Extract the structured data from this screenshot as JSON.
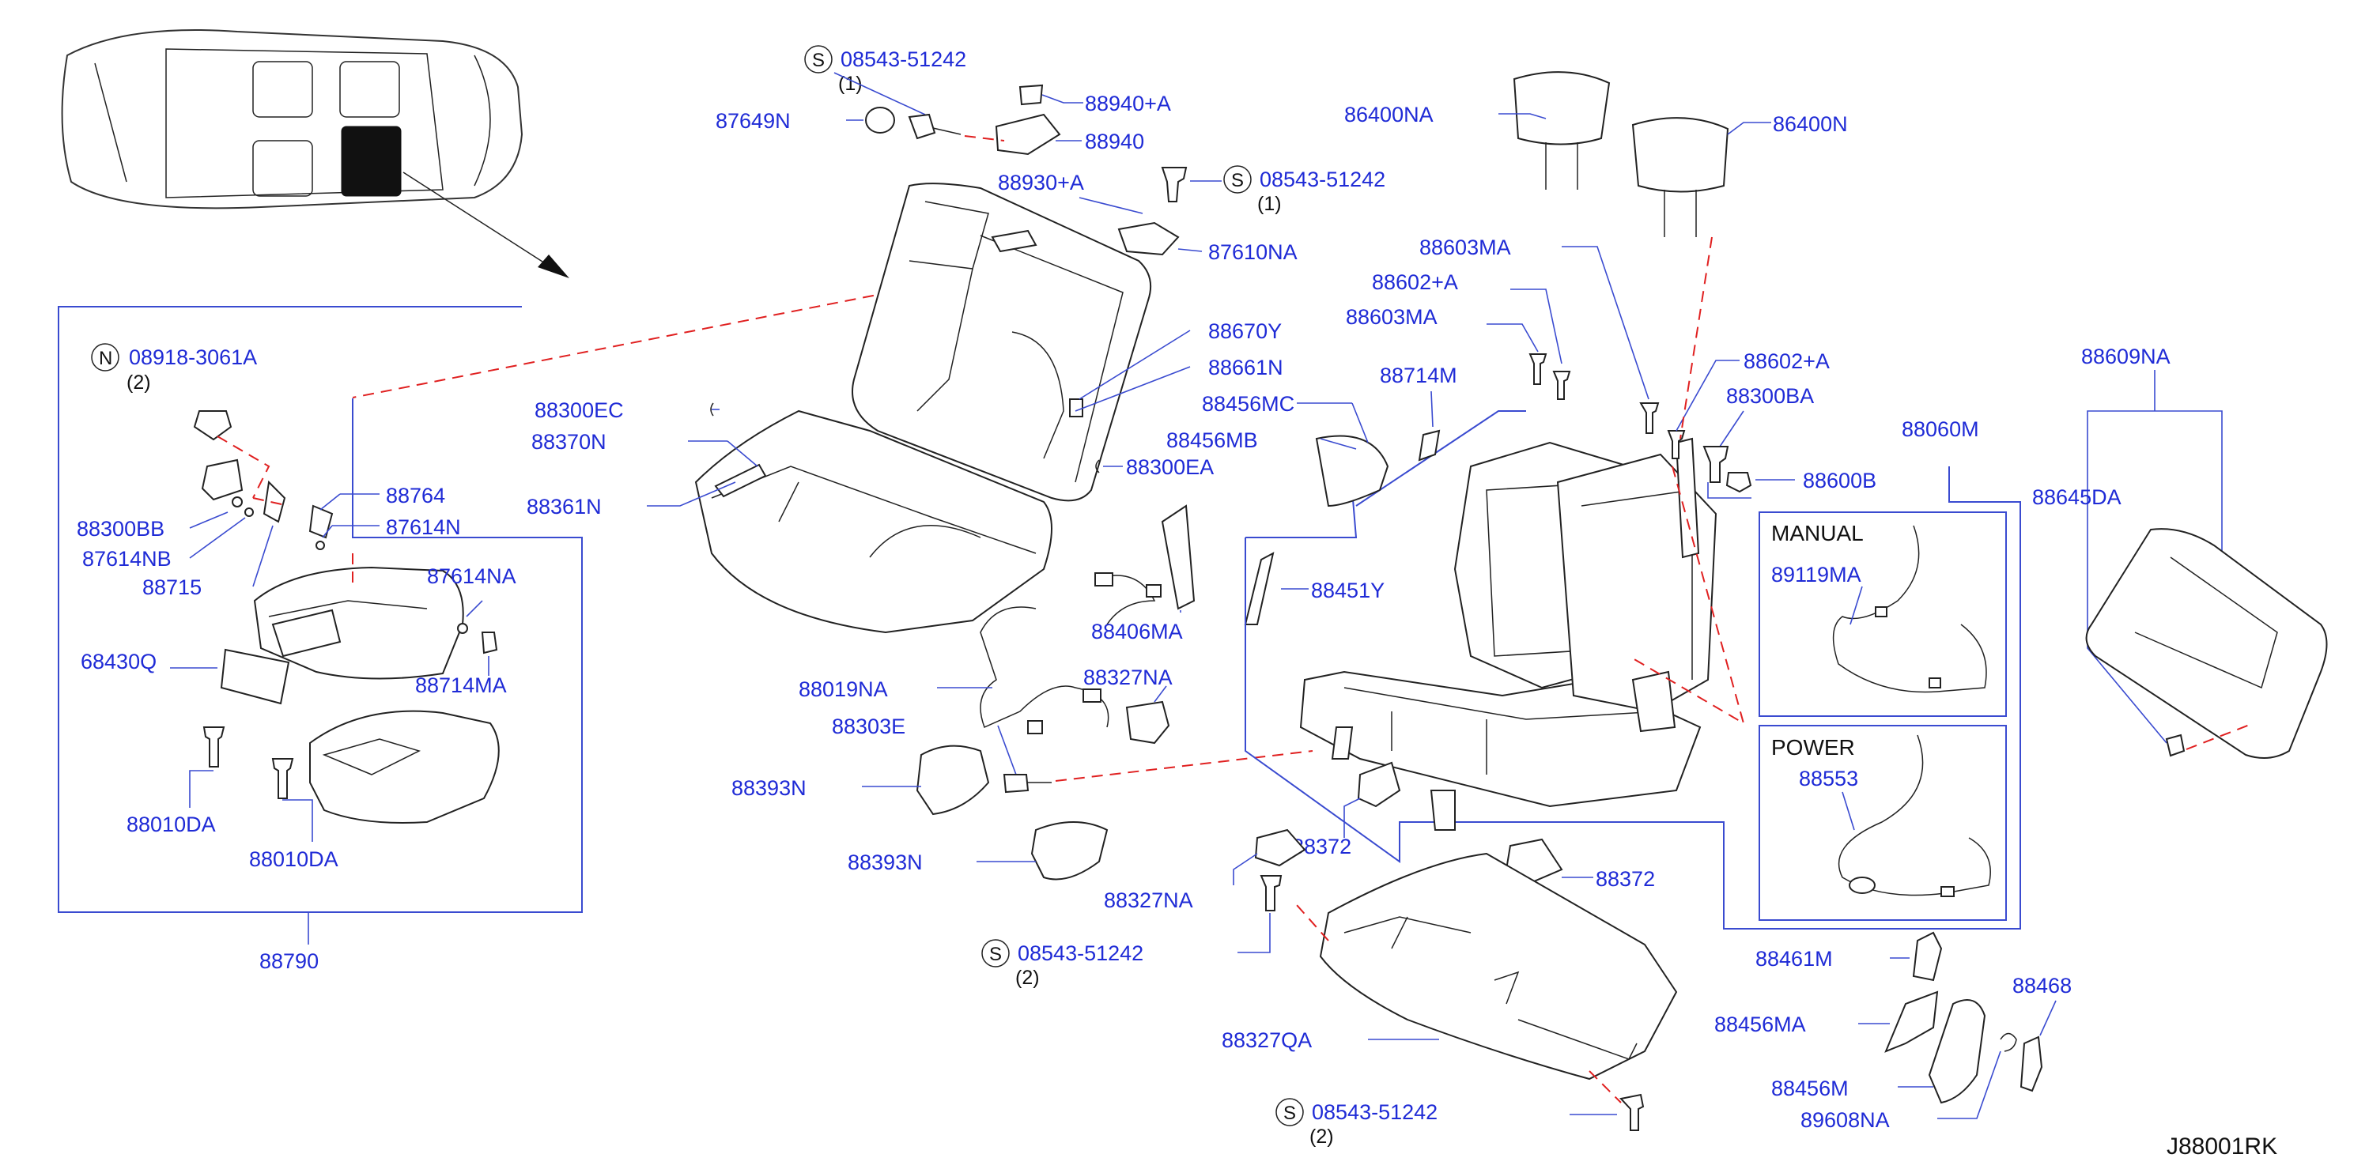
{
  "drawing_code": "J88001RK",
  "labels": {
    "s_08543_51242_a": "08543-51242",
    "s_08543_51242_b": "08543-51242",
    "s_08543_51242_c": "08543-51242",
    "s_08543_51242_d": "08543-51242",
    "n_08918_3061a": "08918-3061A",
    "p87649n": "87649N",
    "p88940a": "88940+A",
    "p88940": "88940",
    "p88930a": "88930+A",
    "p87610na": "87610NA",
    "p86400na": "86400NA",
    "p86400n": "86400N",
    "p88603ma_a": "88603MA",
    "p88602a_a": "88602+A",
    "p88603ma_b": "88603MA",
    "p88670y": "88670Y",
    "p88661n": "88661N",
    "p88456mc": "88456MC",
    "p88456mb": "88456MB",
    "p88714m": "88714M",
    "p88602a_b": "88602+A",
    "p88300ba": "88300BA",
    "p88060m": "88060M",
    "p88600b": "88600B",
    "p88609na": "88609NA",
    "p88645da": "88645DA",
    "p88300ec": "88300EC",
    "p88370n": "88370N",
    "p88361n": "88361N",
    "p88300ea": "88300EA",
    "p88300bb": "88300BB",
    "p87614nb": "87614NB",
    "p88715": "88715",
    "p88764": "88764",
    "p87614n": "87614N",
    "p87614na": "87614NA",
    "p88714ma": "88714MA",
    "p68430q": "68430Q",
    "p88010da_a": "88010DA",
    "p88010da_b": "88010DA",
    "p88790": "88790",
    "p88451y": "88451Y",
    "p88406ma": "88406MA",
    "p88019na": "88019NA",
    "p88327na_a": "88327NA",
    "p88303e": "88303E",
    "p88393n_a": "88393N",
    "p88393n_b": "88393N",
    "p88372_a": "88372",
    "p88372_b": "88372",
    "p88327na_b": "88327NA",
    "p88327qa": "88327QA",
    "p89119ma": "89119MA",
    "p88553": "88553",
    "p88461m": "88461M",
    "p88468": "88468",
    "p88456ma": "88456MA",
    "p88456m": "88456M",
    "p89608na": "89608NA"
  },
  "quantities": {
    "q1": "(1)",
    "q2": "(1)",
    "q3": "(2)",
    "q4": "(2)",
    "q5": "(2)"
  },
  "symbols": {
    "s": "S",
    "n": "N"
  },
  "boxes": {
    "manual": "MANUAL",
    "power": "POWER"
  },
  "colors": {
    "part_number": "#1f2bd6",
    "leader_line": "#3a4bd0",
    "dashed_reference": "#e02020",
    "drawing_line": "#222222",
    "background": "#ffffff"
  }
}
